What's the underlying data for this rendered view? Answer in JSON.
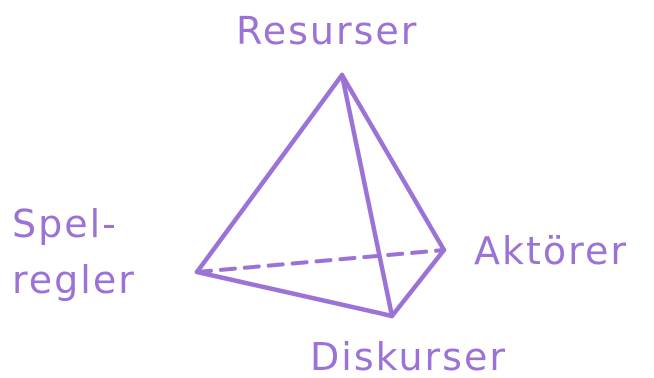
{
  "diagram": {
    "accent_color": "#9b72d6",
    "labels": {
      "top": "Resurser",
      "right": "Aktörer",
      "bottom": "Diskurser",
      "left_line1": "Spel-",
      "left_line2": "regler"
    }
  }
}
